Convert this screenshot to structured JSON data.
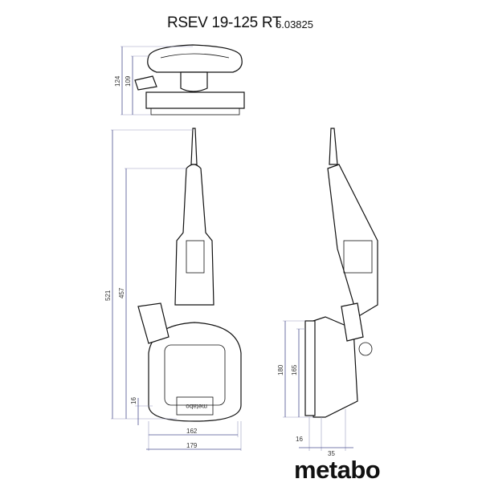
{
  "title": {
    "model": "RSEV 19-125 RT",
    "article_number": "6.03825"
  },
  "dimensions": {
    "top_view": {
      "height_total": "124",
      "height_body": "109"
    },
    "front_view": {
      "length_total": "521",
      "length_body": "457",
      "offset": "16",
      "width_inner": "162",
      "width_outer": "179"
    },
    "side_view": {
      "height_guard": "180",
      "height_disc": "165",
      "offset_a": "16",
      "offset_b": "35"
    }
  },
  "brand": {
    "logo_text": "metabo",
    "guard_label": "metabo"
  },
  "colors": {
    "dimension_line": "#4b5090",
    "outline": "#111111"
  }
}
